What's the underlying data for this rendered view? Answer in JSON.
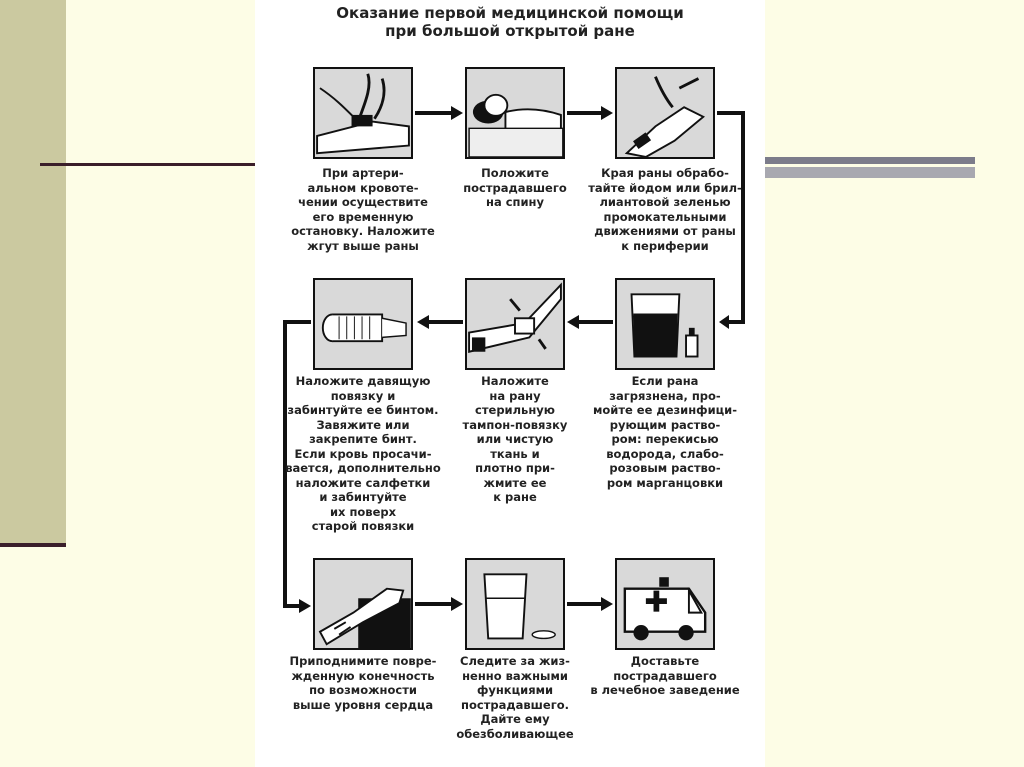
{
  "title": {
    "line1": "Оказание первой медицинской помощи",
    "line2": "при большой открытой ране"
  },
  "steps": [
    {
      "id": "tourniquet",
      "icon": "tourniquet-arm-icon",
      "lines": [
        "При артери-",
        "альном кровоте-",
        "чении осуществите",
        "его временную",
        "остановку. Наложите",
        "жгут выше раны"
      ]
    },
    {
      "id": "lay-back",
      "icon": "person-lying-icon",
      "lines": [
        "Положите",
        "пострадавшего",
        "на спину"
      ]
    },
    {
      "id": "treat-edges",
      "icon": "treating-wound-icon",
      "lines": [
        "Края раны обрабо-",
        "тайте йодом или брил-",
        "лиантовой зеленью",
        "промокательными",
        "движениями от раны",
        "к периферии"
      ]
    },
    {
      "id": "disinfect",
      "icon": "disinfectant-jar-icon",
      "lines": [
        "Если рана",
        "загрязнена, про-",
        "мойте ее дезинфици-",
        "рующим раство-",
        "ром: перекисью",
        "водорода, слабо-",
        "розовым раство-",
        "ром марганцовки"
      ]
    },
    {
      "id": "sterile-pad",
      "icon": "pressing-pad-icon",
      "lines": [
        "Наложите",
        "на рану",
        "стерильную",
        "тампон-повязку",
        "или чистую",
        "ткань и",
        "плотно при-",
        "жмите ее",
        "к ране"
      ]
    },
    {
      "id": "pressure-bandage",
      "icon": "bandage-roll-icon",
      "lines": [
        "Наложите давящую",
        "повязку и",
        "забинтуйте ее бинтом.",
        "Завяжите или",
        "закрепите бинт.",
        "Если кровь просачи-",
        "вается, дополнительно",
        "наложите салфетки",
        "и забинтуйте",
        "их поверх",
        "старой повязки"
      ]
    },
    {
      "id": "raise-limb",
      "icon": "raised-leg-icon",
      "lines": [
        "Приподнимите повре-",
        "жденную конечность",
        "по возможности",
        "выше уровня сердца"
      ]
    },
    {
      "id": "monitor",
      "icon": "water-glass-icon",
      "lines": [
        "Следите за жиз-",
        "ненно важными",
        "функциями",
        "пострадавшего.",
        "Дайте ему",
        "обезболивающее"
      ]
    },
    {
      "id": "transport",
      "icon": "ambulance-icon",
      "lines": [
        "Доставьте",
        "пострадавшего",
        "в лечебное заведение"
      ]
    }
  ]
}
